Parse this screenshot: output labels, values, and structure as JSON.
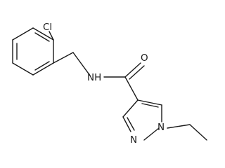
{
  "molecule": {
    "atoms": [
      {
        "id": "Cl",
        "label": "Cl"
      },
      {
        "id": "NH",
        "label": "NH"
      },
      {
        "id": "O",
        "label": "O"
      },
      {
        "id": "N1",
        "label": "N"
      },
      {
        "id": "N2",
        "label": "N"
      }
    ]
  }
}
